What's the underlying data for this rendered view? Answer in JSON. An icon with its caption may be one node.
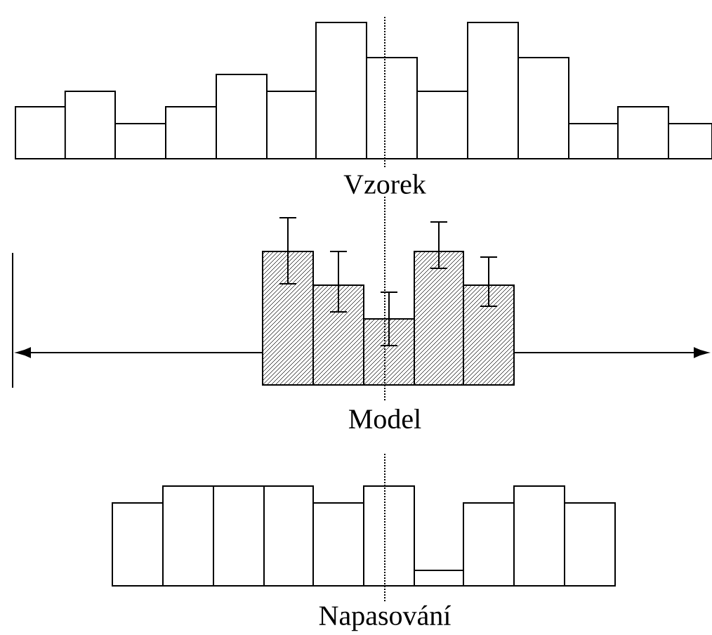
{
  "diagram": {
    "labels": [
      "Vzorek",
      "Model",
      "Napasování"
    ]
  }
}
